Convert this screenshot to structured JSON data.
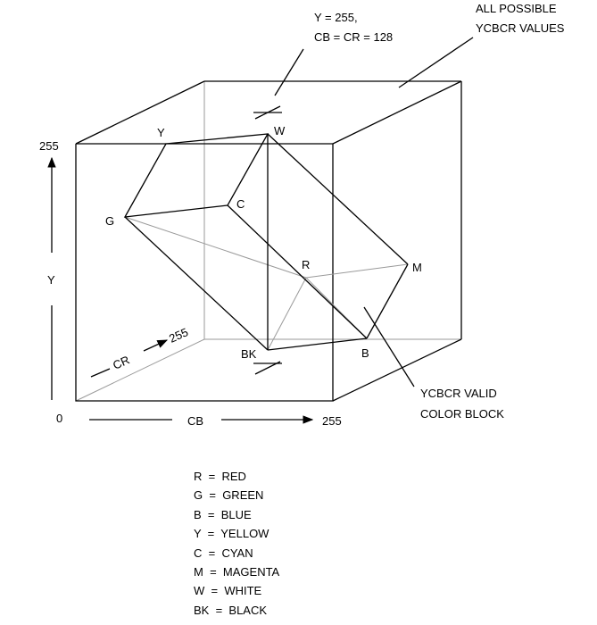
{
  "labels": {
    "top_callout_line1": "Y = 255,",
    "top_callout_line2": "CB = CR = 128",
    "all_values_line1": "ALL  POSSIBLE",
    "all_values_line2": "YCBCR  VALUES",
    "valid_block_line1": "YCBCR  VALID",
    "valid_block_line2": "COLOR  BLOCK",
    "y_max": "255",
    "y_axis": "Y",
    "origin": "0",
    "cb_axis": "CB",
    "cb_max": "255",
    "cr_axis": "CR",
    "cr_max": "255"
  },
  "vertices": {
    "W": "W",
    "Y": "Y",
    "C": "C",
    "G": "G",
    "R": "R",
    "M": "M",
    "BK": "BK",
    "B": "B"
  },
  "legend": [
    {
      "key": "R",
      "sep": "=",
      "value": "RED"
    },
    {
      "key": "G",
      "sep": "=",
      "value": "GREEN"
    },
    {
      "key": "B",
      "sep": "=",
      "value": "BLUE"
    },
    {
      "key": "Y",
      "sep": "=",
      "value": "YELLOW"
    },
    {
      "key": "C",
      "sep": "=",
      "value": "CYAN"
    },
    {
      "key": "M",
      "sep": "=",
      "value": "MAGENTA"
    },
    {
      "key": "W",
      "sep": "=",
      "value": "WHITE"
    },
    {
      "key": "BK",
      "sep": "=",
      "value": "BLACK"
    }
  ]
}
